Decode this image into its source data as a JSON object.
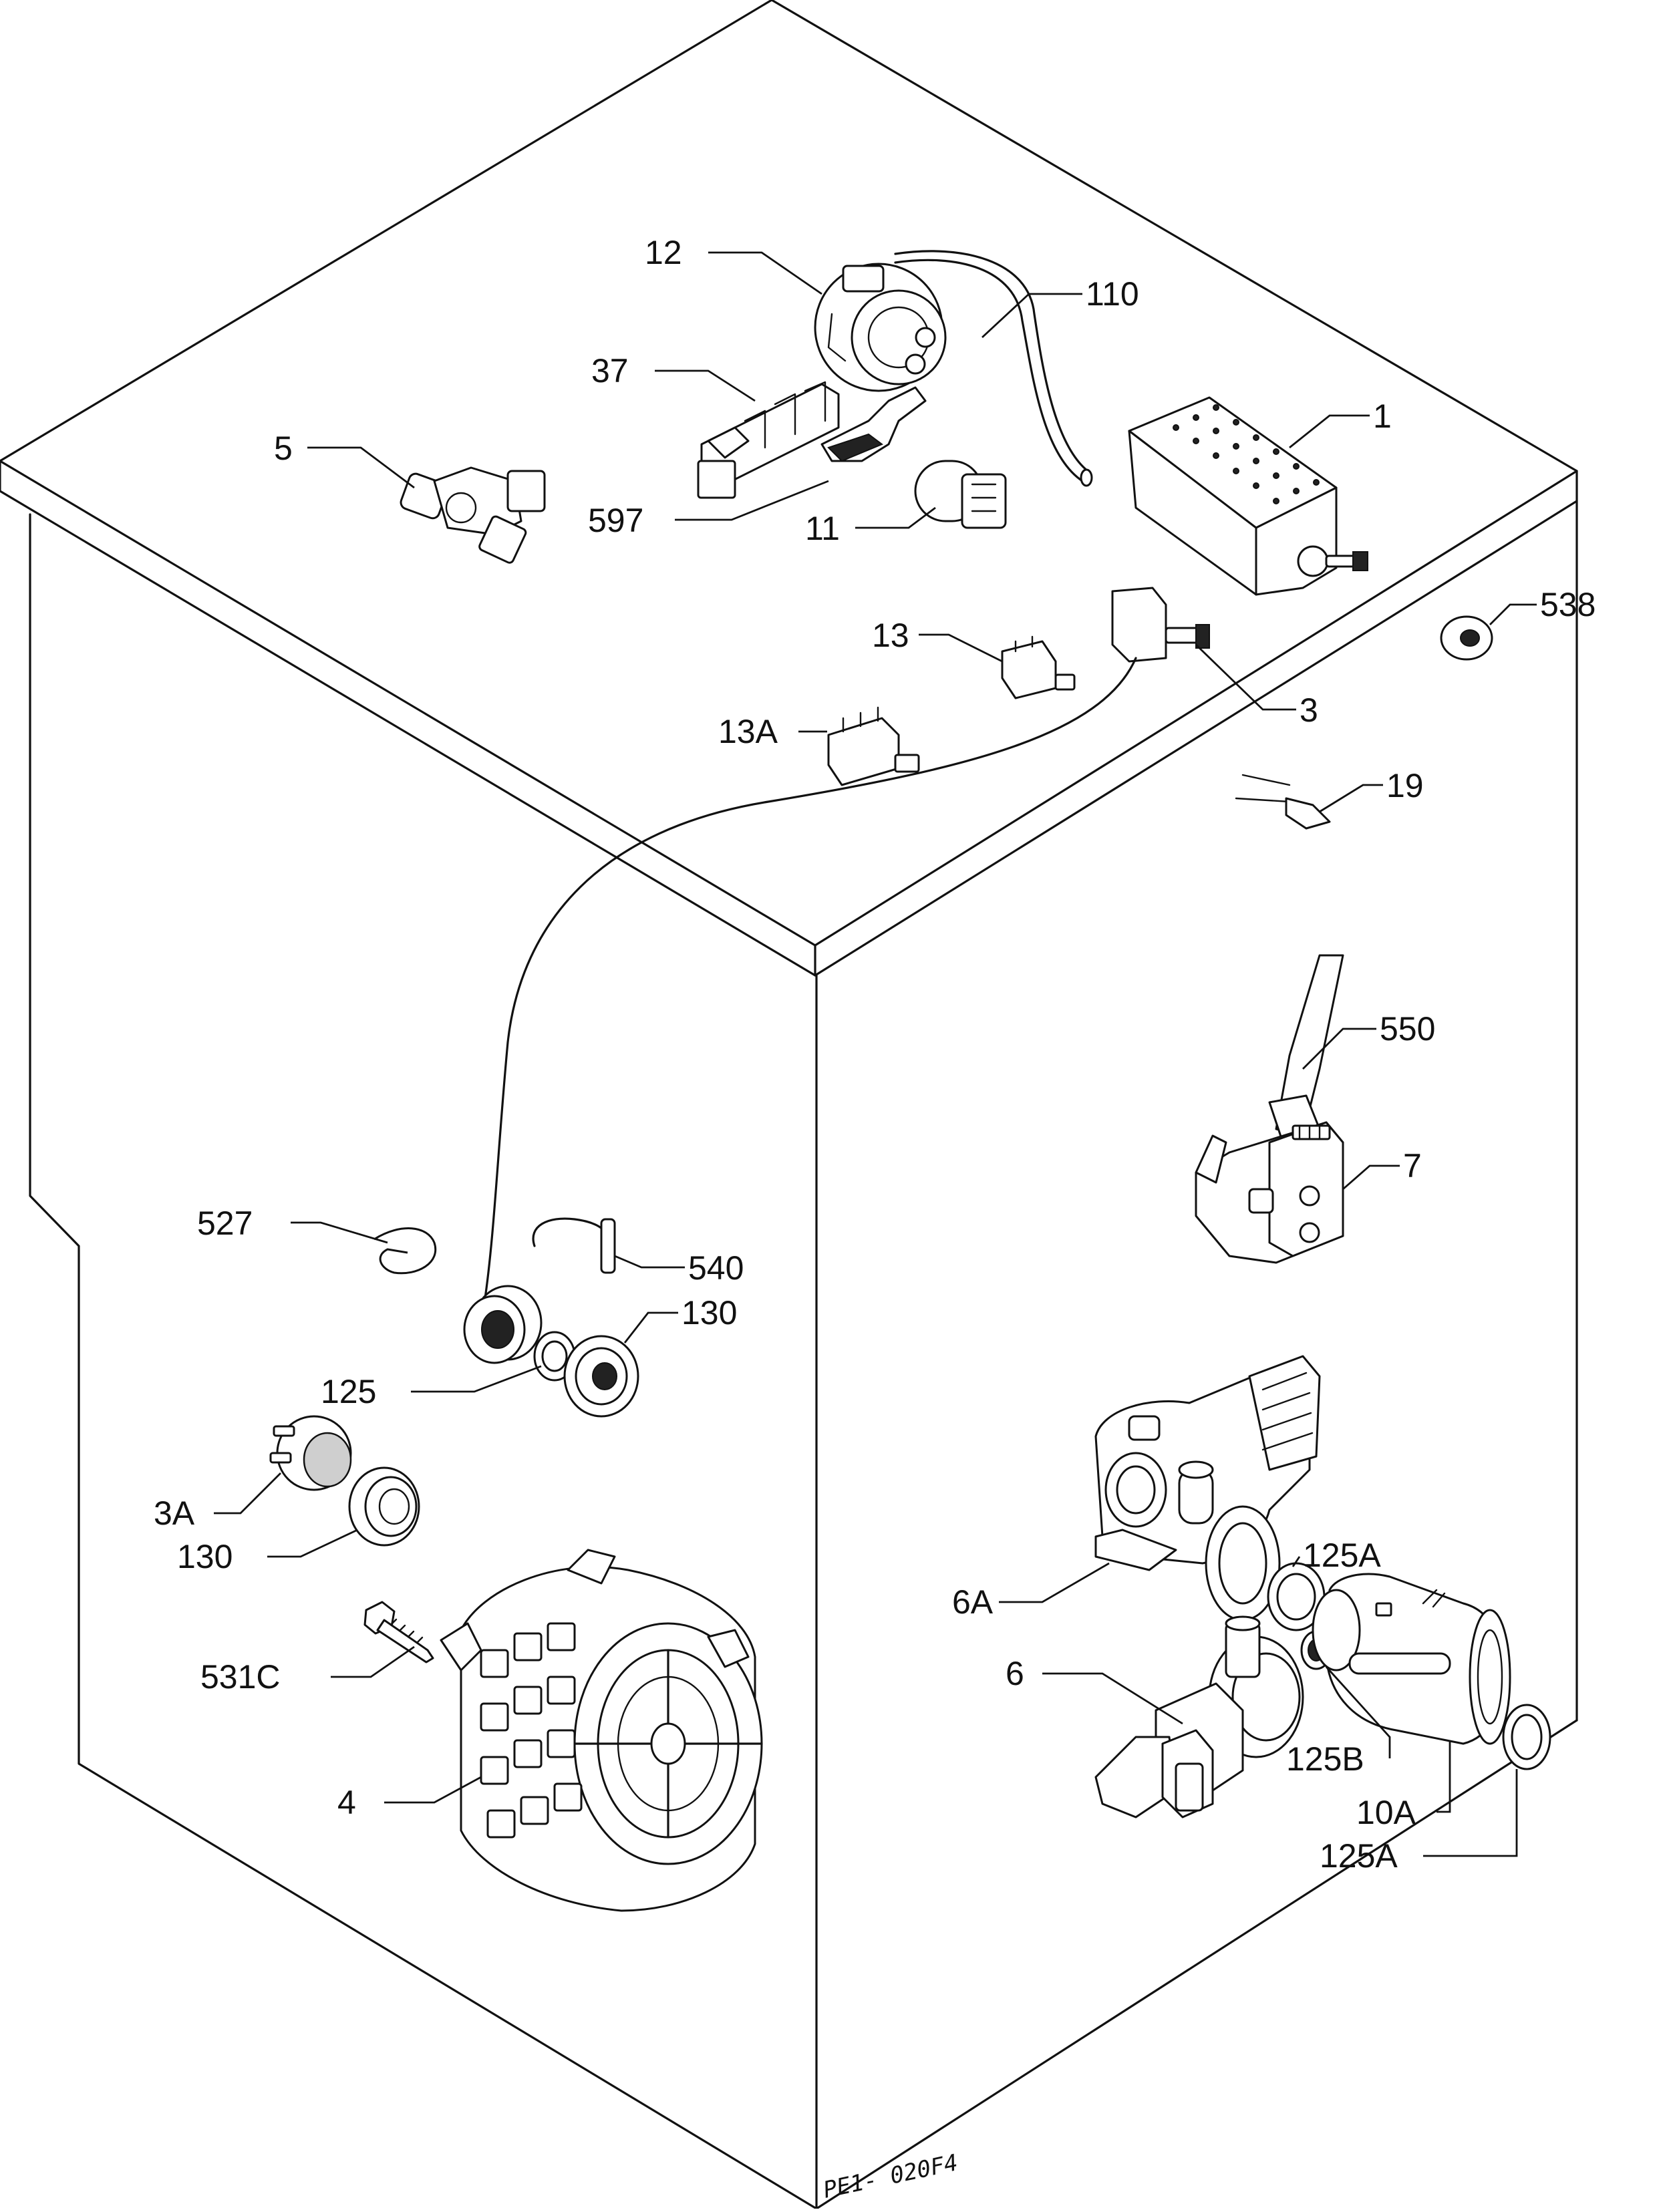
{
  "drawing_code": "PE1- 020F4",
  "callouts": [
    {
      "id": "c-12",
      "label": "12"
    },
    {
      "id": "c-110",
      "label": "110"
    },
    {
      "id": "c-37",
      "label": "37"
    },
    {
      "id": "c-1",
      "label": "1"
    },
    {
      "id": "c-5",
      "label": "5"
    },
    {
      "id": "c-597",
      "label": "597"
    },
    {
      "id": "c-11",
      "label": "11"
    },
    {
      "id": "c-538",
      "label": "538"
    },
    {
      "id": "c-13",
      "label": "13"
    },
    {
      "id": "c-3",
      "label": "3"
    },
    {
      "id": "c-13a",
      "label": "13A"
    },
    {
      "id": "c-19",
      "label": "19"
    },
    {
      "id": "c-550",
      "label": "550"
    },
    {
      "id": "c-7",
      "label": "7"
    },
    {
      "id": "c-527",
      "label": "527"
    },
    {
      "id": "c-540",
      "label": "540"
    },
    {
      "id": "c-130a",
      "label": "130"
    },
    {
      "id": "c-125",
      "label": "125"
    },
    {
      "id": "c-3a",
      "label": "3A"
    },
    {
      "id": "c-130b",
      "label": "130"
    },
    {
      "id": "c-125a-top",
      "label": "125A"
    },
    {
      "id": "c-6a",
      "label": "6A"
    },
    {
      "id": "c-531c",
      "label": "531C"
    },
    {
      "id": "c-6",
      "label": "6"
    },
    {
      "id": "c-125b",
      "label": "125B"
    },
    {
      "id": "c-4",
      "label": "4"
    },
    {
      "id": "c-10a",
      "label": "10A"
    },
    {
      "id": "c-125a-bottom",
      "label": "125A"
    }
  ]
}
